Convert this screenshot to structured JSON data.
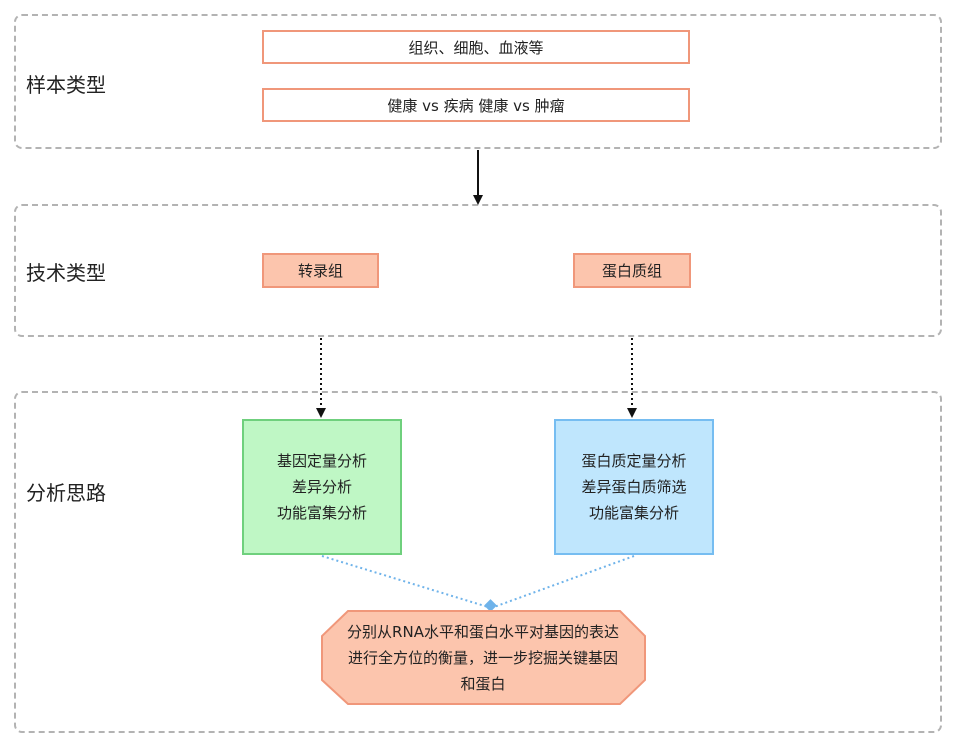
{
  "sections": {
    "sample": {
      "label": "样本类型",
      "boxes": [
        "组织、细胞、血液等",
        "健康 vs 疾病  健康 vs  肿瘤"
      ]
    },
    "tech": {
      "label": "技术类型",
      "boxes": [
        "转录组",
        "蛋白质组"
      ]
    },
    "analysis": {
      "label": "分析思路"
    }
  },
  "transcriptome_analysis": [
    "基因定量分析",
    "差异分析",
    "功能富集分析"
  ],
  "proteome_analysis": [
    "蛋白质定量分析",
    "差异蛋白质筛选",
    "功能富集分析"
  ],
  "conclusion": [
    "分别从RNA水平和蛋白水平对基因的表达",
    "进行全方位的衡量，进一步挖掘关键基因",
    "和蛋白"
  ],
  "colors": {
    "section_border": "#b3b3b3",
    "salmon_border": "#f0977a",
    "salmon_fill": "#fcc5ad",
    "green_fill": "#bff7c5",
    "green_border": "#6fd07d",
    "blue_fill": "#bfe6fd",
    "blue_border": "#76bdf1",
    "connector_blue": "#6fb3ea"
  }
}
